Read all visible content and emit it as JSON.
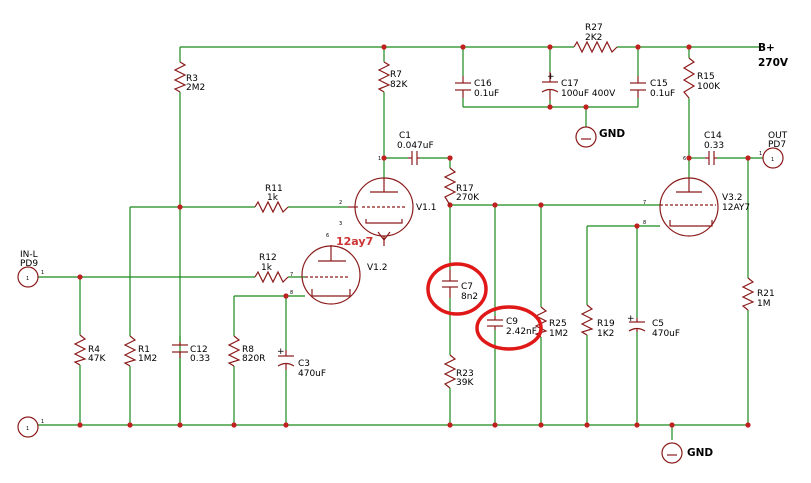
{
  "labels": {
    "b_plus": "B+",
    "b_plus_v": "270V",
    "gnd_top": "GND",
    "gnd_bottom": "GND",
    "in_port": "IN-L",
    "in_port2": "PD9",
    "in_pin": "1",
    "gnd_left_pin": "1",
    "out_port": "OUT",
    "out_port2": "PD7",
    "out_pin": "1",
    "tube_note": "12ay7",
    "polarity": "+"
  },
  "parts": {
    "r27": {
      "ref": "R27",
      "value": "2K2"
    },
    "r3": {
      "ref": "R3",
      "value": "2M2"
    },
    "r7": {
      "ref": "R7",
      "value": "82K"
    },
    "c16": {
      "ref": "C16",
      "value": "0.1uF"
    },
    "c17": {
      "ref": "C17",
      "value": "100uF 400V"
    },
    "c15": {
      "ref": "C15",
      "value": "0.1uF"
    },
    "r15": {
      "ref": "R15",
      "value": "100K"
    },
    "c1": {
      "ref": "C1",
      "value": "0.047uF"
    },
    "c14": {
      "ref": "C14",
      "value": "0.33"
    },
    "r11": {
      "ref": "R11",
      "value": "1k"
    },
    "r17": {
      "ref": "R17",
      "value": "270K"
    },
    "v11": {
      "ref": "V1.1",
      "value": ""
    },
    "v12": {
      "ref": "V1.2",
      "value": ""
    },
    "v32": {
      "ref": "V3.2",
      "value": "12AY7"
    },
    "r12": {
      "ref": "R12",
      "value": "1k"
    },
    "c7": {
      "ref": "C7",
      "value": "8n2"
    },
    "c9": {
      "ref": "C9",
      "value": "2.42nF"
    },
    "r25": {
      "ref": "R25",
      "value": "1M2"
    },
    "r19": {
      "ref": "R19",
      "value": "1K2"
    },
    "c5": {
      "ref": "C5",
      "value": "470uF"
    },
    "r21": {
      "ref": "R21",
      "value": "1M"
    },
    "r4": {
      "ref": "R4",
      "value": "47K"
    },
    "r1": {
      "ref": "R1",
      "value": "1M2"
    },
    "c12": {
      "ref": "C12",
      "value": "0.33"
    },
    "r8": {
      "ref": "R8",
      "value": "820R"
    },
    "c3": {
      "ref": "C3",
      "value": "470uF"
    },
    "r23": {
      "ref": "R23",
      "value": "39K"
    }
  },
  "pins": {
    "p3": "3",
    "p2": "2",
    "p1": "1",
    "p6": "6",
    "p7": "7",
    "p8": "8",
    "p6b": "6",
    "p7b": "7",
    "p8b": "8"
  },
  "colors": {
    "wire": "#1a8a1a",
    "component": "#8b1a1a",
    "junction": "#c02020",
    "highlight": "#e01818"
  }
}
